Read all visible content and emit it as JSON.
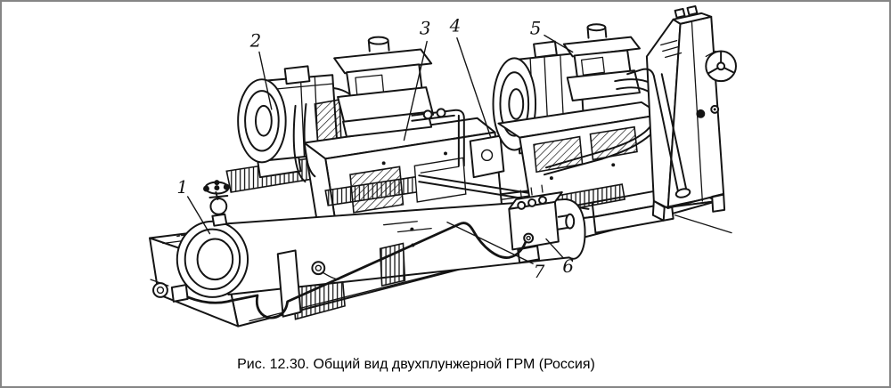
{
  "figure": {
    "caption": "Рис. 12.30. Общий вид двухплунжерной ГРМ (Россия)",
    "callouts": [
      "1",
      "2",
      "3",
      "4",
      "5",
      "6",
      "7"
    ]
  },
  "colors": {
    "ink": "#141414",
    "background": "#ffffff",
    "frame_border": "#858585"
  }
}
